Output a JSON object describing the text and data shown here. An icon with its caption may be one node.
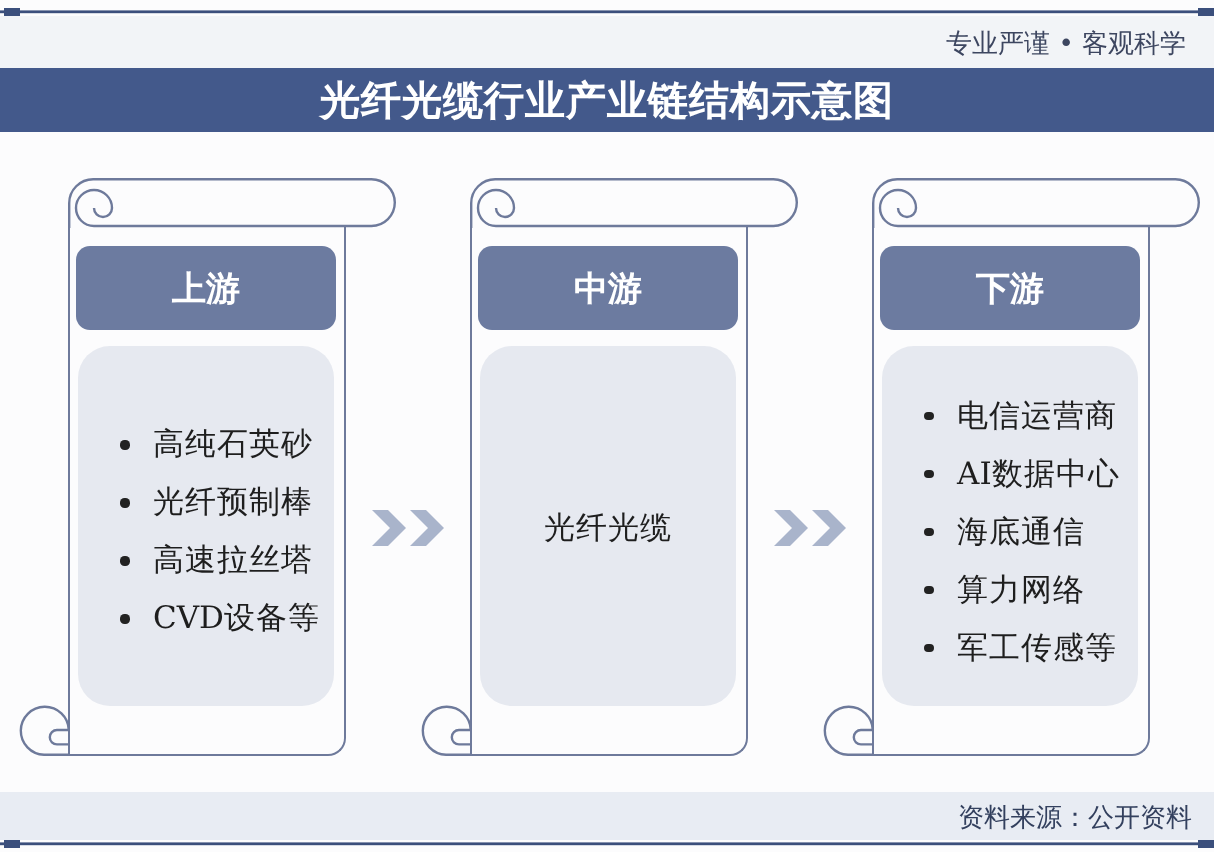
{
  "diagram": {
    "title": "光纤光缆行业产业链结构示意图",
    "nodes": [
      {
        "text": [],
        "shape": "scroll"
      },
      {
        "text": [
          "上游"
        ],
        "in": 0
      },
      {
        "text": [
          "高纯石英砂",
          "光纤预制棒",
          "高速拉丝塔",
          "CVD设备等"
        ],
        "in": 0
      },
      {
        "text": [],
        "shape": "scroll"
      },
      {
        "text": [
          "中游"
        ],
        "in": 3
      },
      {
        "text": [
          "光纤光缆"
        ],
        "in": 3
      },
      {
        "text": [],
        "shape": "scroll"
      },
      {
        "text": [
          "下游"
        ],
        "in": 6
      },
      {
        "text": [
          "电信运营商",
          "AI数据中心",
          "海底通信",
          "算力网络",
          "军工传感等"
        ],
        "in": 6
      }
    ],
    "edges": [
      {
        "from": 0,
        "to": 3,
        "arrow": "to"
      },
      {
        "from": 3,
        "to": 6,
        "arrow": "to"
      }
    ],
    "labels": [
      "专业严谨 • 客观科学",
      "资料来源：公开资料"
    ]
  }
}
